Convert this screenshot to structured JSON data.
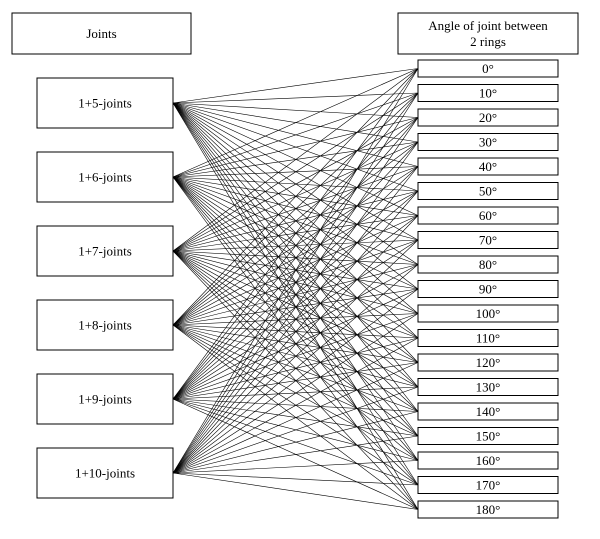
{
  "left_header": "Joints",
  "right_header_line1": "Angle of joint between",
  "right_header_line2": "2 rings",
  "joints": [
    "1+5-joints",
    "1+6-joints",
    "1+7-joints",
    "1+8-joints",
    "1+9-joints",
    "1+10-joints"
  ],
  "angles": [
    "0°",
    "10°",
    "20°",
    "30°",
    "40°",
    "50°",
    "60°",
    "70°",
    "80°",
    "90°",
    "100°",
    "110°",
    "120°",
    "130°",
    "140°",
    "150°",
    "160°",
    "170°",
    "180°"
  ],
  "connections": "all-to-all"
}
